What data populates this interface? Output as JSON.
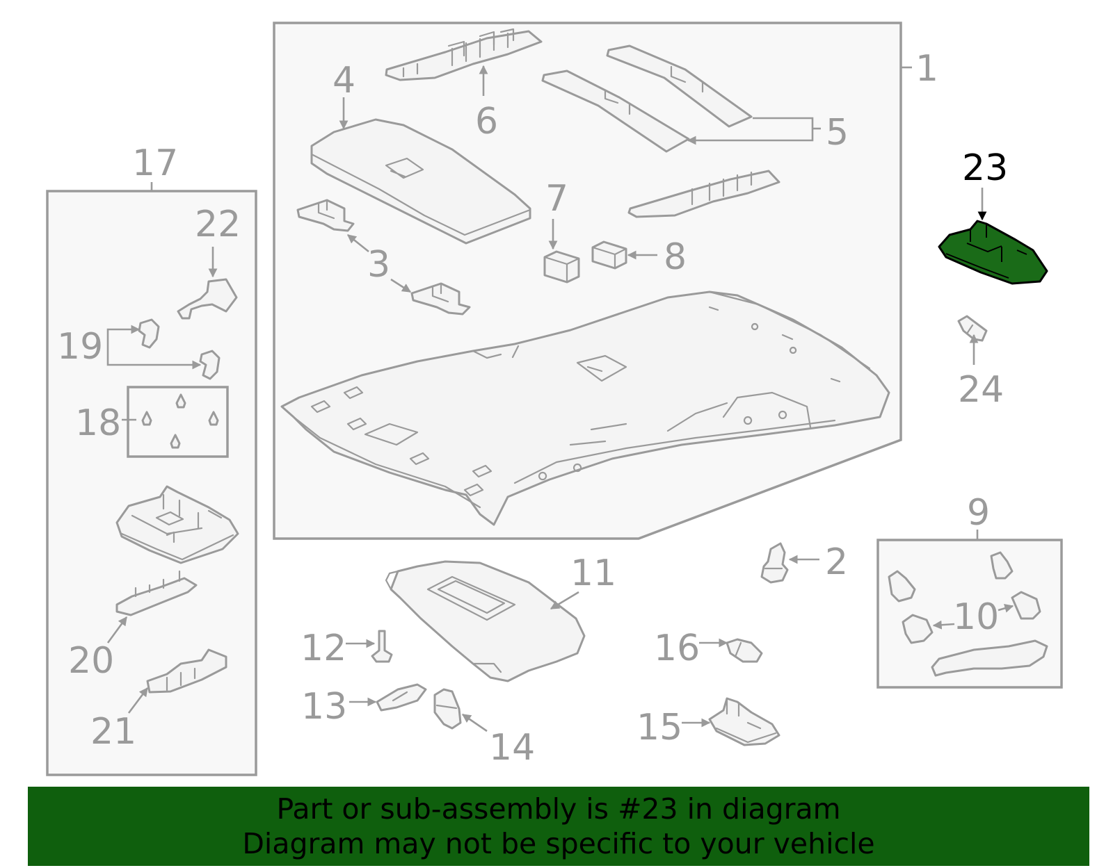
{
  "callouts": {
    "c1": "1",
    "c2": "2",
    "c3": "3",
    "c4": "4",
    "c5": "5",
    "c6": "6",
    "c7": "7",
    "c8": "8",
    "c9": "9",
    "c10": "10",
    "c11": "11",
    "c12": "12",
    "c13": "13",
    "c14": "14",
    "c15": "15",
    "c16": "16",
    "c17": "17",
    "c18": "18",
    "c19": "19",
    "c20": "20",
    "c21": "21",
    "c22": "22",
    "c23": "23",
    "c24": "24"
  },
  "highlight": {
    "part_number": "23",
    "fill_color": "#1a6b18",
    "label_color": "#000000"
  },
  "colors": {
    "line": "#9a9a9a",
    "frame_fill": "#f8f8f8",
    "banner": "#0f5f0d",
    "banner_text": "#000000"
  },
  "footer": {
    "line1": "Part or sub-assembly is #23 in diagram",
    "line2": "Diagram may not be specific to your vehicle"
  }
}
